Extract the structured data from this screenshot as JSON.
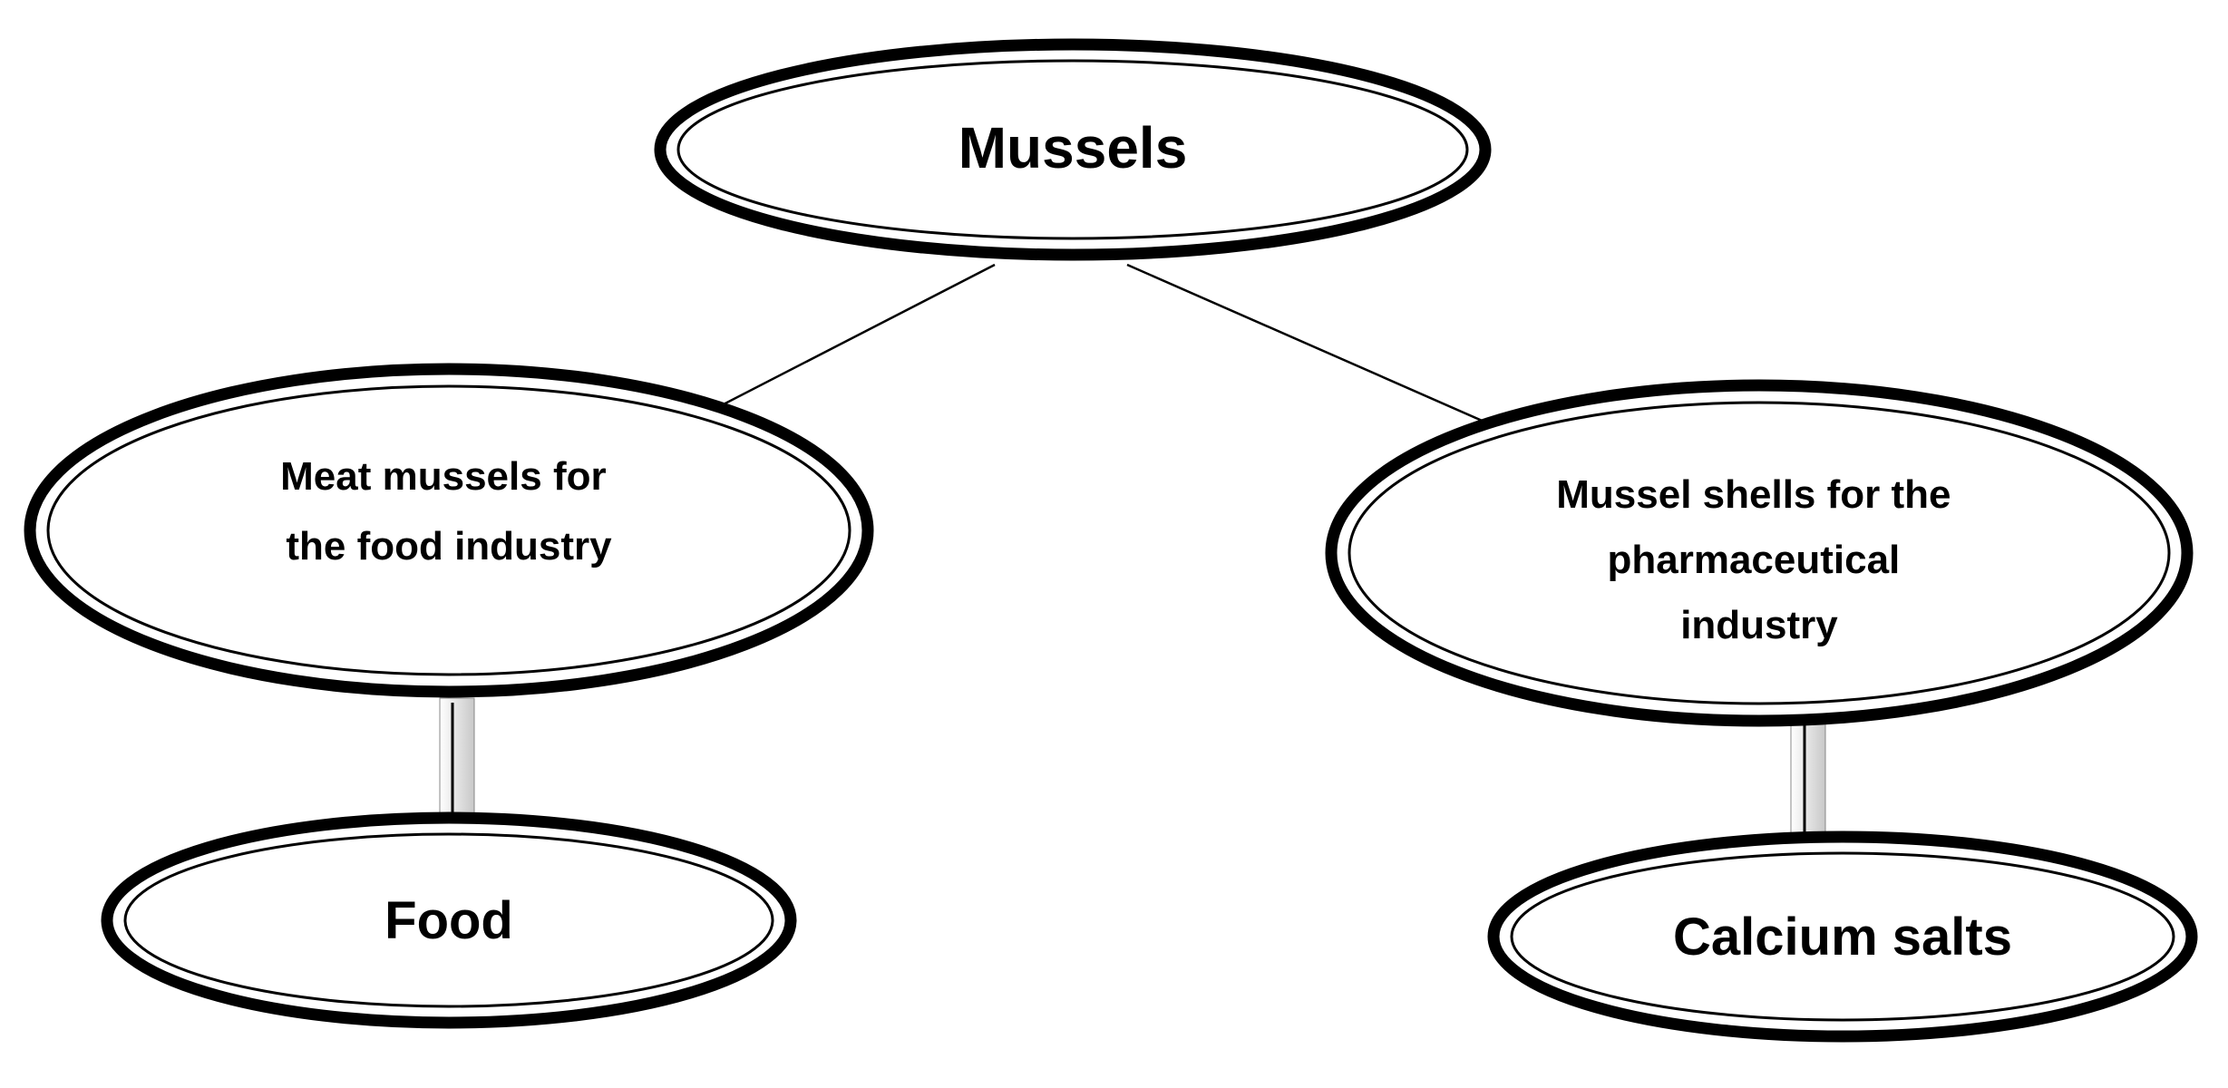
{
  "diagram": {
    "type": "flowchart",
    "nodes": [
      {
        "id": "mussels",
        "label": "Mussels"
      },
      {
        "id": "meat",
        "label_lines": [
          "Meat mussels for",
          "the food industry"
        ]
      },
      {
        "id": "shells",
        "label_lines": [
          "Mussel shells for the",
          "pharmaceutical",
          "industry"
        ]
      },
      {
        "id": "food",
        "label": "Food"
      },
      {
        "id": "calcium",
        "label": "Calcium salts"
      }
    ],
    "edges": [
      {
        "from": "mussels",
        "to": "meat",
        "style": "thin-arrow"
      },
      {
        "from": "mussels",
        "to": "shells",
        "style": "thin-arrow"
      },
      {
        "from": "meat",
        "to": "food",
        "style": "hollow-down-arrow"
      },
      {
        "from": "shells",
        "to": "calcium",
        "style": "hollow-down-arrow"
      }
    ],
    "colors": {
      "stroke": "#000000",
      "background": "#ffffff",
      "arrow_gradient_light": "#ffffff",
      "arrow_gradient_dark": "#c8c8c8"
    }
  }
}
